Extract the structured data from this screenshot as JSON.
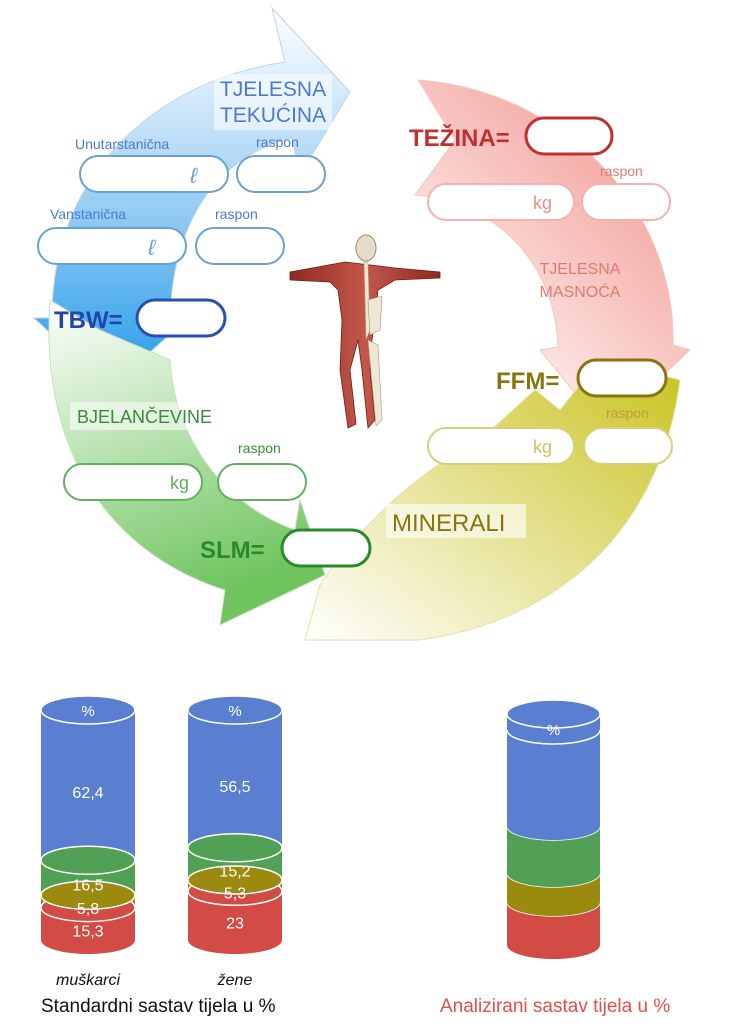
{
  "colors": {
    "blue": "#5b7fd0",
    "green": "#52a055",
    "olive": "#9a8a10",
    "red": "#d24b45",
    "tbw_text": "#2244aa",
    "slm_text": "#2a8a2a",
    "ffm_text": "#8a7410",
    "tezina_text": "#c03030"
  },
  "diagram": {
    "tjelesna_tekucina": [
      "TJELESNA",
      "TEKUĆINA"
    ],
    "unutarstanicna_label": "Unutarstanična",
    "vanstanicna_label": "Vanstanična",
    "raspon_label": "raspon",
    "liter_unit": "ℓ",
    "kg_unit": "kg",
    "tbw_label": "TBW=",
    "tezina_label": "TEŽINA=",
    "tjelesna_masnoca": [
      "TJELESNA",
      "MASNOĆA"
    ],
    "ffm_label": "FFM=",
    "bjelancevine_label": "BJELANČEVINE",
    "minerali_label": "MINERALI",
    "slm_label": "SLM="
  },
  "chart_data": {
    "type": "bar",
    "stacked": true,
    "categories": [
      "muškarci",
      "žene"
    ],
    "series": [
      {
        "values": [
          62.4,
          56.5
        ],
        "color": "#5b7fd0"
      },
      {
        "values": [
          16.5,
          15.2
        ],
        "color": "#52a055"
      },
      {
        "values": [
          5.8,
          5.3
        ],
        "color": "#9a8a10"
      },
      {
        "values": [
          15.3,
          23
        ],
        "color": "#d24b45"
      }
    ],
    "value_labels": [
      [
        "62,4",
        "16,5",
        "5,8",
        "15,3"
      ],
      [
        "56,5",
        "15,2",
        "5,3",
        "23"
      ]
    ],
    "unit_label": "%",
    "title": "Standardni sastav tijela u %",
    "analyzed_title": "Analizirani sastav tijela u %",
    "analyzed_unit_label": "%"
  }
}
